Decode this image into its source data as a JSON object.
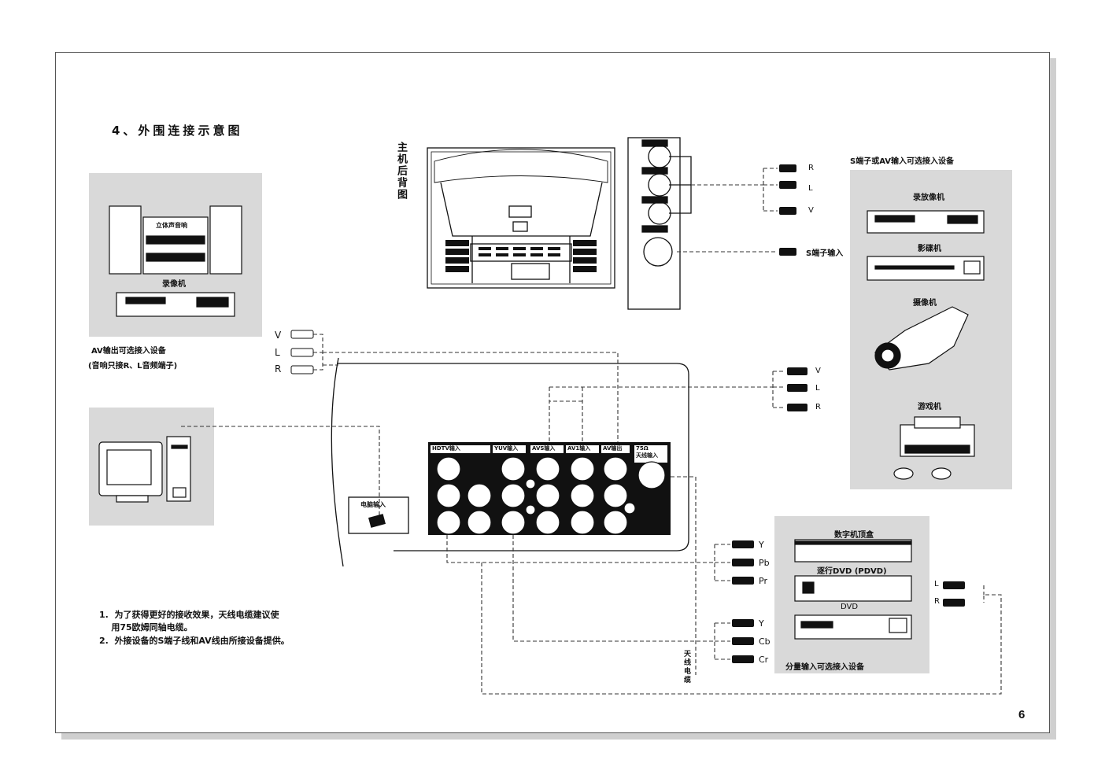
{
  "section_title": "4、外围连接示意图",
  "tv_rear_label": "主机后背图",
  "s_av_group_title": "S端子或AV输入可选接入设备",
  "s_av_devices": [
    "录放像机",
    "影碟机",
    "摄像机",
    "游戏机"
  ],
  "stereo_label": "立体声音响",
  "vcr_label": "录像机",
  "av_out_title": "AV输出可选接入设备",
  "av_out_note": "(音响只接R、L音频端子)",
  "rca_top": [
    "R",
    "L",
    "V"
  ],
  "s_terminal_label": "S端子输入",
  "rca_left": [
    "V",
    "L",
    "R"
  ],
  "rca_right_mid": [
    "V",
    "L",
    "R"
  ],
  "power_input_label": "电脑输入",
  "panel_sections": [
    "HDTV输入",
    "YUV输入",
    "AVS输入",
    "AV1输入",
    "AV输出",
    "75Ω\n天线输入"
  ],
  "component_group_title": "分量输入可选接入设备",
  "component_devices": [
    "数字机顶盒",
    "逐行DVD (PDVD)",
    "DVD"
  ],
  "ypbpr": [
    "Y",
    "Pb",
    "Pr"
  ],
  "ycbcr": [
    "Y",
    "Cb",
    "Cr"
  ],
  "audio_lr": [
    "L",
    "R"
  ],
  "antenna_label": "天线电缆",
  "notes": [
    "1.  为了获得更好的接收效果，天线电缆建议使",
    "    用75欧姆同轴电缆。",
    "2.  外接设备的S端子线和AV线由所接设备提供。"
  ],
  "page_number": "6"
}
